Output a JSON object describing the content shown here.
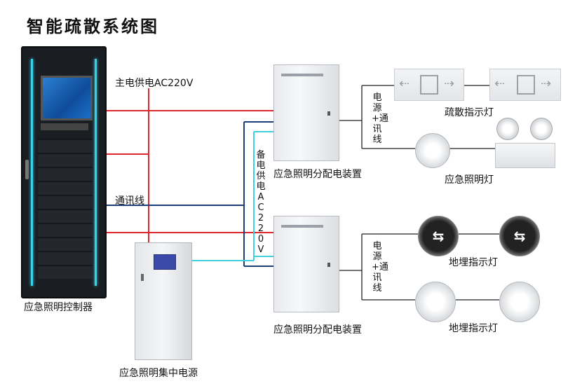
{
  "title": "智能疏散系统图",
  "labels": {
    "main_power": "主电供电AC220V",
    "comm_line": "通讯线",
    "backup_power": "备电供电AC220V",
    "dist_device_top": "应急照明分配电装置",
    "dist_device_bottom": "应急照明分配电装置",
    "controller": "应急照明控制器",
    "central_power": "应急照明集中电源",
    "power_comm_top": "电源+通讯线",
    "power_comm_bottom": "电源+通讯线",
    "evac_light": "疏散指示灯",
    "emergency_light": "应急照明灯",
    "floor_light_top": "地埋指示灯",
    "floor_light_bottom": "地埋指示灯"
  },
  "colors": {
    "main_power_line": "#e0262b",
    "comm_line": "#1f3d78",
    "backup_line": "#3fcfe0",
    "device_line": "#222222",
    "cabinet_accent": "#36d3e8"
  },
  "icons": {
    "exit_sign": "exit-sign-icon",
    "floor_light": "floor-indicator-icon",
    "arrow": "double-arrow-icon"
  }
}
